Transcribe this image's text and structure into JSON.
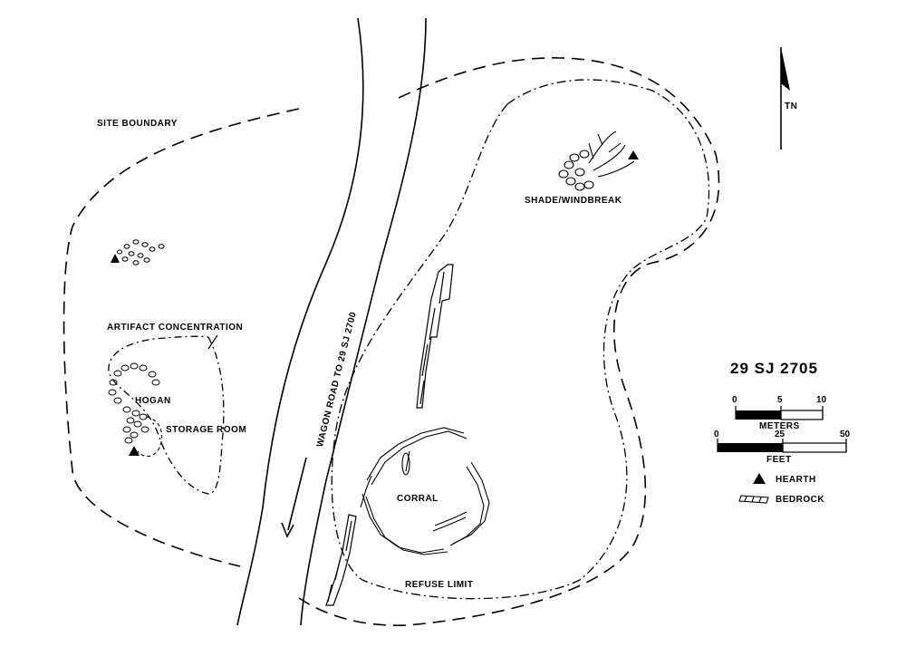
{
  "map": {
    "site_id": "29 SJ 2705",
    "north_label": "TN",
    "labels": {
      "site_boundary": "SITE BOUNDARY",
      "artifact_concentration": "ARTIFACT CONCENTRATION",
      "hogan": "HOGAN",
      "storage_room": "STORAGE ROOM",
      "wagon_road": "WAGON ROAD TO 29 SJ 2700",
      "corral": "CORRAL",
      "refuse_limit": "REFUSE LIMIT",
      "shade_windbreak": "SHADE/WINDBREAK"
    },
    "scale": {
      "meters_ticks": [
        "0",
        "5",
        "10"
      ],
      "meters_label": "METERS",
      "feet_ticks": [
        "0",
        "25",
        "50"
      ],
      "feet_label": "FEET"
    },
    "legend": {
      "hearth": "HEARTH",
      "bedrock": "BEDROCK"
    },
    "colors": {
      "ink": "#000000",
      "paper": "#ffffff"
    }
  }
}
